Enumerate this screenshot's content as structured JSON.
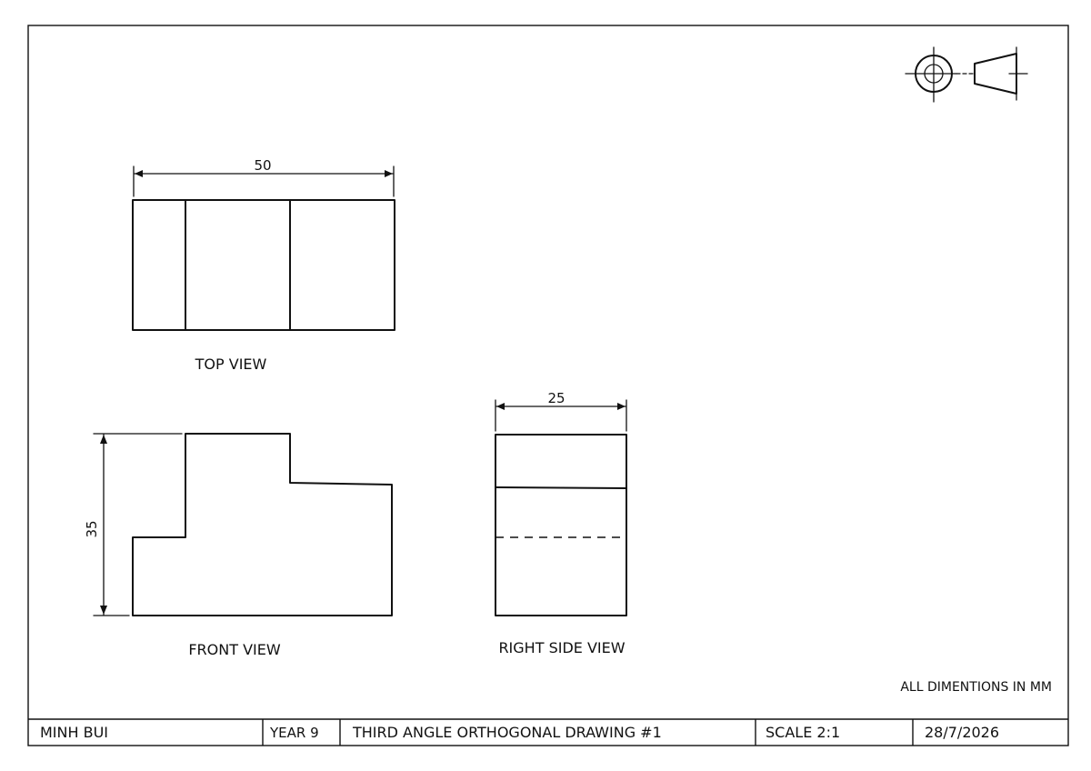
{
  "views": {
    "top_view_label": "TOP VIEW",
    "front_view_label": "FRONT VIEW",
    "right_side_view_label": "RIGHT SIDE VIEW"
  },
  "dimensions": {
    "width": "50",
    "height": "35",
    "depth": "25"
  },
  "note": "ALL DIMENTIONS IN MM",
  "title_block": {
    "author": "MINH BUI",
    "year": "YEAR 9",
    "title": "THIRD ANGLE ORTHOGONAL DRAWING #1",
    "scale": "SCALE 2:1",
    "date": "28/7/2026"
  },
  "projection_symbol": "third-angle-projection-icon"
}
